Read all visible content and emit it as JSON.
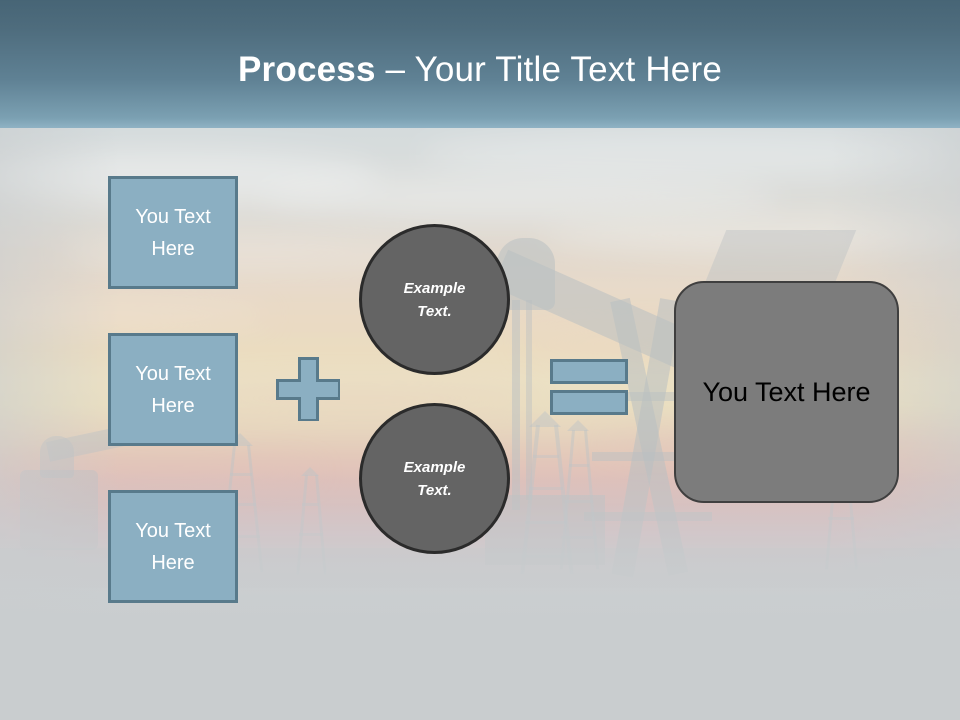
{
  "slide": {
    "title": {
      "bold_part": "Process",
      "rest_part": " – Your Title Text Here"
    },
    "steps": [
      {
        "label": "You Text Here"
      },
      {
        "label": "You Text Here"
      },
      {
        "label": "You Text Here"
      }
    ],
    "operators": {
      "plus": "+",
      "equals": "="
    },
    "circles": [
      {
        "line1": "Example",
        "line2": "Text."
      },
      {
        "line1": "Example",
        "line2": "Text."
      }
    ],
    "result": {
      "label": "You Text Here"
    },
    "colors": {
      "title_band_top": "#476576",
      "title_band_bottom": "#8fb2c4",
      "shape_fill": "#8bafc2",
      "shape_border": "#587a8b",
      "circle_fill": "#646464",
      "circle_border": "#2b2b2b",
      "result_fill": "#7c7c7c",
      "result_border": "#3f3f3f",
      "slide_background": "#c9cdcf",
      "title_text": "#ffffff",
      "shape_text": "#ffffff",
      "result_text": "#000000"
    },
    "background_image": {
      "subject": "oil-field-pumpjack-sunset-silhouette"
    }
  }
}
